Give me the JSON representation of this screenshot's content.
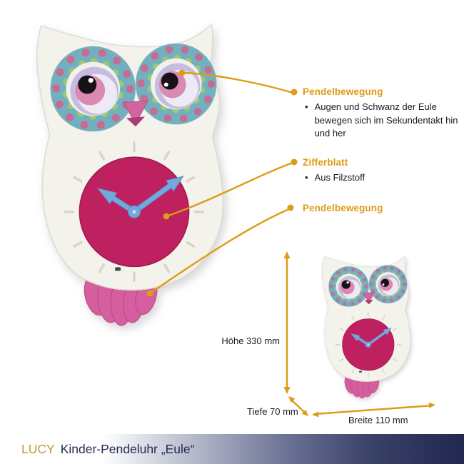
{
  "product": {
    "brand": "LUCY",
    "title": "Kinder-Pendeluhr „Eule“"
  },
  "annotations": [
    {
      "label": "Pendelbewegung",
      "bullets": [
        "Augen und Schwanz der Eule bewegen sich im Sekundentakt hin und her"
      ]
    },
    {
      "label": "Zifferblatt",
      "bullets": [
        "Aus Filzstoff"
      ]
    },
    {
      "label": "Pendelbewegung",
      "bullets": []
    }
  ],
  "dimensions": {
    "height": "Höhe 330 mm",
    "depth": "Tiefe 70 mm",
    "width": "Breite 110 mm"
  },
  "colors": {
    "accent": "#DE9B15",
    "brand_gold": "#C2992F",
    "banner_navy": "#212850",
    "clock_face": "#BE2060",
    "hands_blue": "#74A9DE",
    "tail_pink": "#D55E9F",
    "eye_teal": "#72AFBF",
    "eye_pink": "#C76B93",
    "eye_green": "#9CC878",
    "body_white": "#F3F2EB"
  }
}
